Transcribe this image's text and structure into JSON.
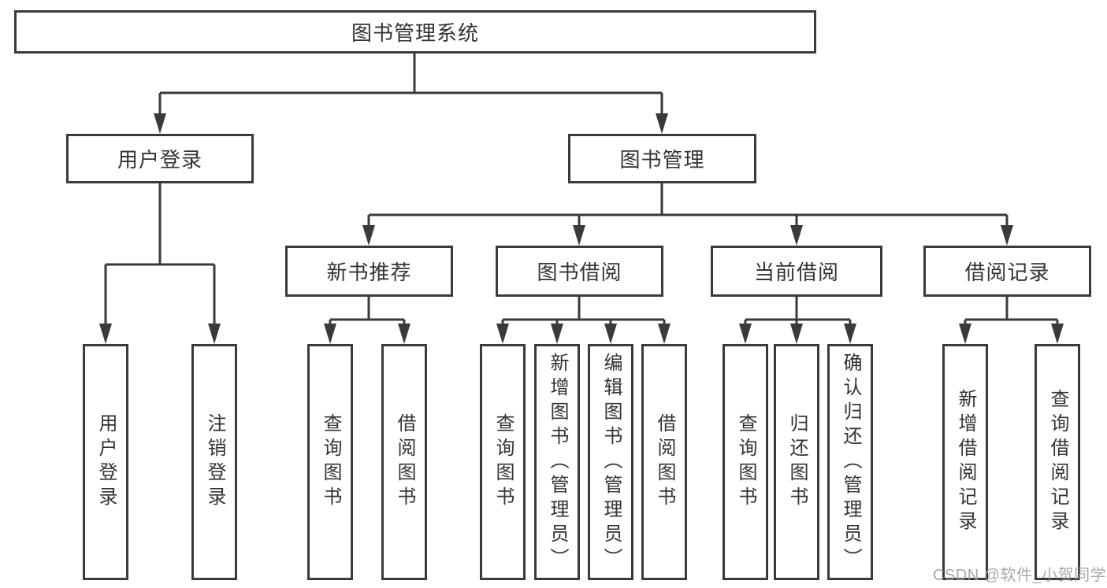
{
  "colors": {
    "line": "#3a3a3a",
    "node_border": "#3a3a3a",
    "node_fill": "#ffffff",
    "text": "#333333",
    "watermark": "#9e9e9e",
    "background": "#ffffff"
  },
  "diagram": {
    "root": {
      "label": "图书管理系统"
    },
    "branches": [
      {
        "label": "用户登录",
        "children": [
          {
            "label": "用户登录"
          },
          {
            "label": "注销登录"
          }
        ]
      },
      {
        "label": "图书管理",
        "children": [
          {
            "label": "新书推荐",
            "children": [
              {
                "label": "查询图书"
              },
              {
                "label": "借阅图书"
              }
            ]
          },
          {
            "label": "图书借阅",
            "children": [
              {
                "label": "查询图书"
              },
              {
                "label": "新增图书（管理员）"
              },
              {
                "label": "编辑图书（管理员）"
              },
              {
                "label": "借阅图书"
              }
            ]
          },
          {
            "label": "当前借阅",
            "children": [
              {
                "label": "查询图书"
              },
              {
                "label": "归还图书"
              },
              {
                "label": "确认归还（管理员）"
              }
            ]
          },
          {
            "label": "借阅记录",
            "children": [
              {
                "label": "新增借阅记录"
              },
              {
                "label": "查询借阅记录"
              }
            ]
          }
        ]
      }
    ]
  },
  "watermark": {
    "text": "CSDN @软件_小贺同学"
  }
}
